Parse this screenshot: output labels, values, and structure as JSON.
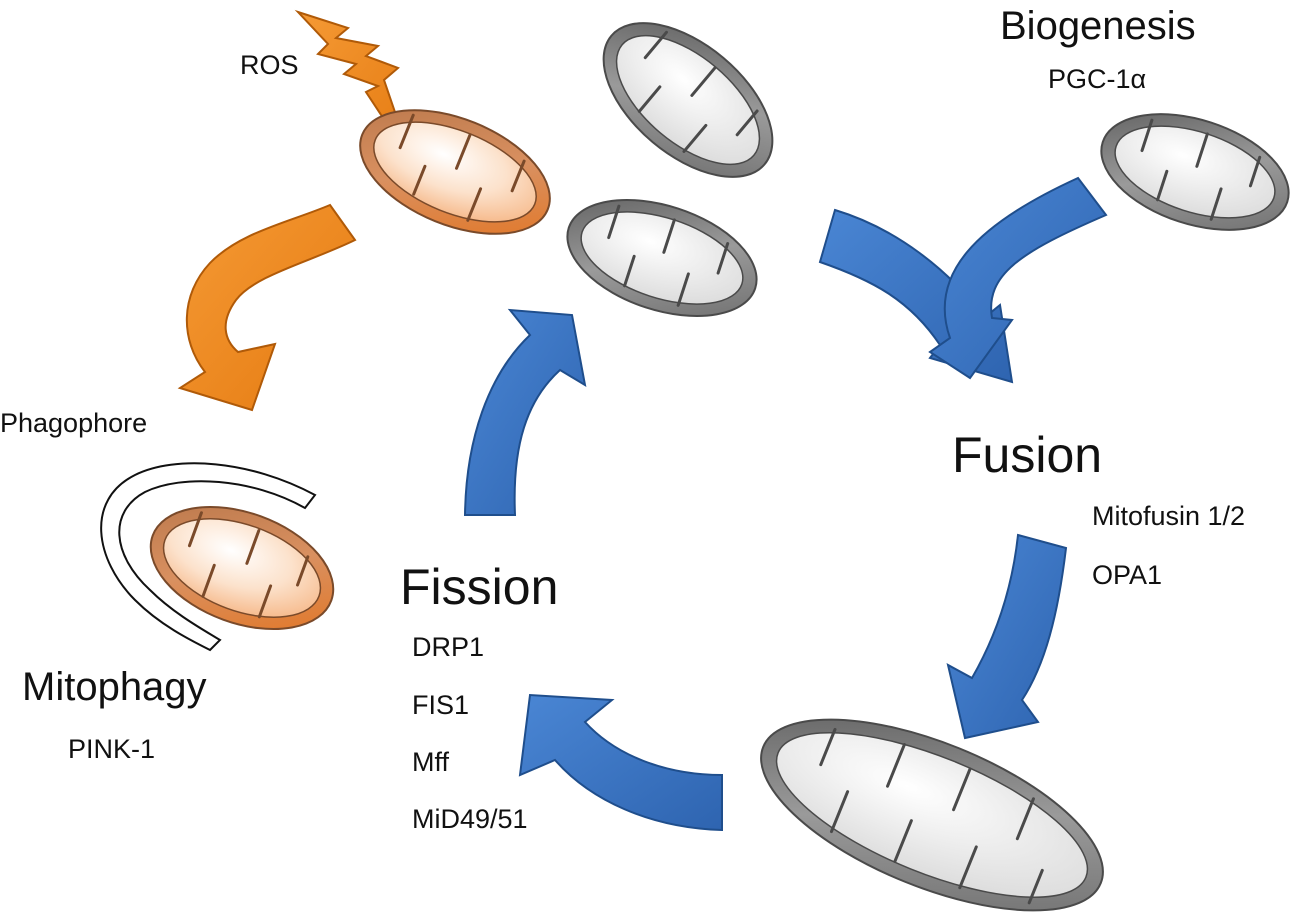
{
  "colors": {
    "blue_arrow": "#3D78C8",
    "blue_arrow_dark": "#1F4E8C",
    "orange_arrow": "#F28A1E",
    "orange_mito": "#D9782C",
    "grey_mito": "#7A7A7A",
    "mito_fill": "#F2F2F2"
  },
  "labels": {
    "ros": "ROS",
    "biogenesis": "Biogenesis",
    "pgc": "PGC-1α",
    "fusion": "Fusion",
    "fusion_proteins": [
      "Mitofusin 1/2",
      "OPA1"
    ],
    "fission": "Fission",
    "fission_proteins": [
      "DRP1",
      "FIS1",
      "Mff",
      "MiD49/51"
    ],
    "phagophore": "Phagophore",
    "mitophagy": "Mitophagy",
    "pink": "PINK-1"
  },
  "icons": {
    "lightning": "lightning-bolt-icon",
    "mitochondrion": "mitochondrion-icon",
    "arrow": "curved-arrow-icon"
  }
}
